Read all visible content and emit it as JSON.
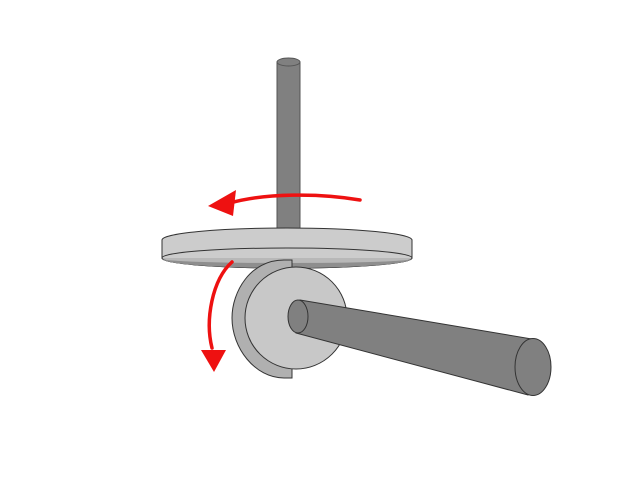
{
  "diagram": {
    "subject": "friction-drive",
    "colors": {
      "background": "#ffffff",
      "shaft": "#808080",
      "disc_top": "#cccccc",
      "disc_side": "#b8b8b8",
      "disc_shadow": "#8e8e8e",
      "wheel_face": "#c8c8c8",
      "wheel_rim": "#b0b0b0",
      "outline": "#333333",
      "arrow": "#ee1111"
    },
    "parts": [
      {
        "id": "vertical-shaft",
        "icon": "shaft"
      },
      {
        "id": "horizontal-disc",
        "icon": "disc"
      },
      {
        "id": "friction-wheel",
        "icon": "wheel"
      },
      {
        "id": "horizontal-shaft",
        "icon": "shaft"
      }
    ],
    "arrows": [
      {
        "id": "disc-rotation",
        "direction": "counterclockwise"
      },
      {
        "id": "wheel-rotation",
        "direction": "downward"
      }
    ]
  }
}
